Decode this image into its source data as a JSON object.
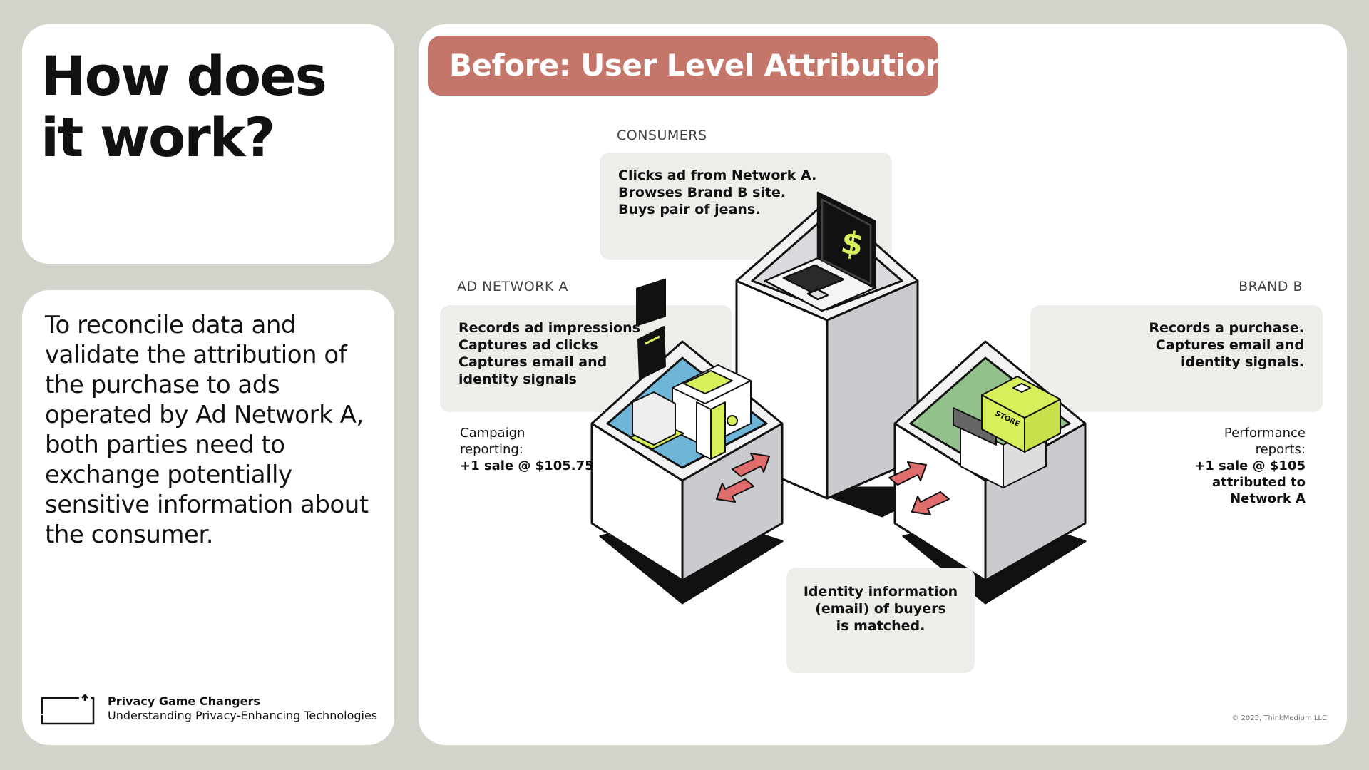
{
  "left": {
    "title": "How does\nit work?",
    "description": "To reconcile data and validate the attribution of the purchase to ads operated by Ad Network A, both parties need to exchange potentially sensitive information about the consumer.",
    "footer": {
      "name": "Privacy Game Changers",
      "tagline": "Understanding Privacy-Enhancing Technologies"
    }
  },
  "main": {
    "banner": "Before: User Level Attribution",
    "consumers": {
      "section": "CONSUMERS",
      "lines": [
        "Clicks ad from Network A.",
        "Browses Brand B site.",
        "Buys pair of jeans."
      ]
    },
    "ad_network": {
      "section": "AD NETWORK A",
      "lines": [
        "Records ad impressions",
        "Captures ad clicks",
        "Captures email and",
        "identity signals"
      ],
      "report": [
        "Campaign",
        "reporting:",
        "+1 sale @ $105.75"
      ]
    },
    "brand": {
      "section": "BRAND B",
      "lines": [
        "Records a purchase.",
        "Captures email and",
        "identity signals."
      ],
      "report": [
        "Performance",
        "reports:",
        "+1 sale @ $105",
        "attributed to",
        "Network A"
      ]
    },
    "identity": {
      "lines": [
        "Identity information",
        "(email) of buyers",
        "is matched."
      ]
    },
    "copyright": "© 2025, ThinkMedium LLC",
    "icons": [
      "laptop-icon",
      "ad-machine-icon",
      "store-icon",
      "exchange-arrows-icon"
    ],
    "colors": {
      "banner": "#c5766a",
      "blue_platform": "#6eb5d8",
      "green_platform": "#93c18b",
      "accent_lime": "#d6ef5a",
      "arrow_red": "#e06c6c"
    }
  }
}
